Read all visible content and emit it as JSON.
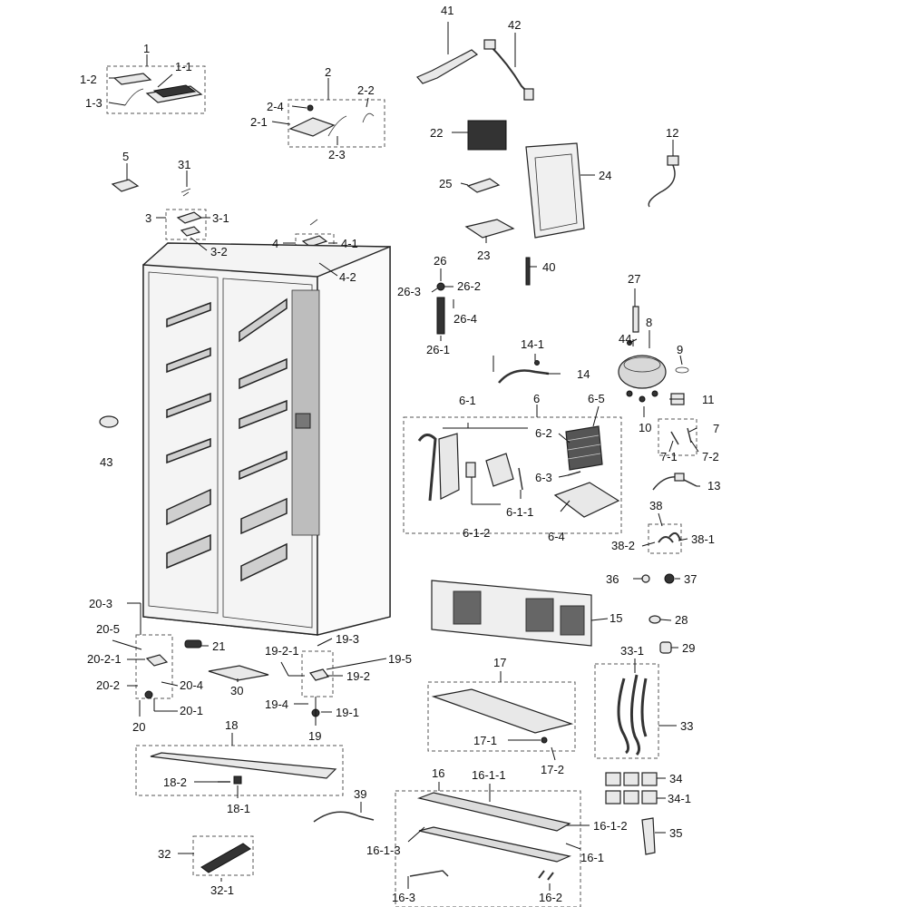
{
  "labels": {
    "l1": "1",
    "l1_1": "1-1",
    "l1_2": "1-2",
    "l1_3": "1-3",
    "l2": "2",
    "l2_1": "2-1",
    "l2_2": "2-2",
    "l2_3": "2-3",
    "l2_4": "2-4",
    "l3": "3",
    "l3_1": "3-1",
    "l3_2": "3-2",
    "l4": "4",
    "l4_1": "4-1",
    "l4_2": "4-2",
    "l5": "5",
    "l6": "6",
    "l6_1": "6-1",
    "l6_1_1": "6-1-1",
    "l6_1_2": "6-1-2",
    "l6_2": "6-2",
    "l6_3": "6-3",
    "l6_4": "6-4",
    "l6_5": "6-5",
    "l7": "7",
    "l7_1": "7-1",
    "l7_2": "7-2",
    "l8": "8",
    "l9": "9",
    "l10": "10",
    "l11": "11",
    "l12": "12",
    "l13": "13",
    "l14": "14",
    "l14_1": "14-1",
    "l15": "15",
    "l16": "16",
    "l16_1": "16-1",
    "l16_1_1": "16-1-1",
    "l16_1_2": "16-1-2",
    "l16_1_3": "16-1-3",
    "l16_2": "16-2",
    "l16_3": "16-3",
    "l17": "17",
    "l17_1": "17-1",
    "l17_2": "17-2",
    "l18": "18",
    "l18_1": "18-1",
    "l18_2": "18-2",
    "l19": "19",
    "l19_1": "19-1",
    "l19_2": "19-2",
    "l19_2_1": "19-2-1",
    "l19_3": "19-3",
    "l19_4": "19-4",
    "l19_5": "19-5",
    "l20": "20",
    "l20_1": "20-1",
    "l20_2": "20-2",
    "l20_2_1": "20-2-1",
    "l20_3": "20-3",
    "l20_4": "20-4",
    "l20_5": "20-5",
    "l21": "21",
    "l22": "22",
    "l23": "23",
    "l24": "24",
    "l25": "25",
    "l26": "26",
    "l26_1": "26-1",
    "l26_2": "26-2",
    "l26_3": "26-3",
    "l26_4": "26-4",
    "l27": "27",
    "l28": "28",
    "l29": "29",
    "l30": "30",
    "l31": "31",
    "l32": "32",
    "l32_1": "32-1",
    "l33": "33",
    "l33_1": "33-1",
    "l34": "34",
    "l34_1": "34-1",
    "l35": "35",
    "l36": "36",
    "l37": "37",
    "l38": "38",
    "l38_1": "38-1",
    "l38_2": "38-2",
    "l39": "39",
    "l40": "40",
    "l41": "41",
    "l42": "42",
    "l43": "43",
    "l44": "44"
  }
}
